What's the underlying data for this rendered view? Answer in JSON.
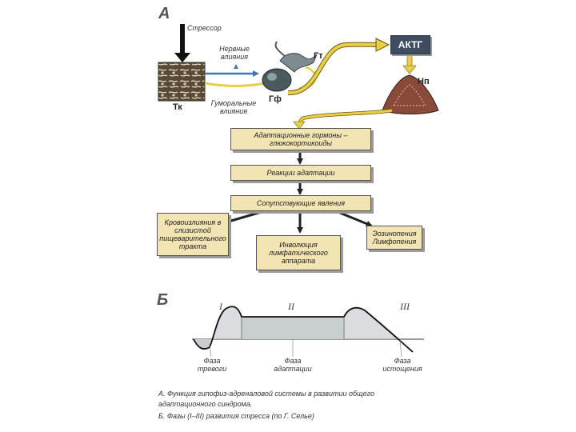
{
  "panel_a": {
    "letter": "А",
    "stressor": "Стрессор",
    "nerve_influences": "Нервные влияния",
    "humoral_influences": "Гуморальные влияния",
    "tk": "Тк",
    "gt": "Гт",
    "gf": "Гф",
    "aktg": "АКТГ",
    "np": "Нп"
  },
  "boxes": {
    "hormones": "Адаптационные гормоны – глюкокортикоиды",
    "reactions": "Реакции адаптации",
    "concomitant": "Сопутствующие явления",
    "hemorrhages": "Кровоизлияния в слизистой пищеварительного тракта",
    "involution": "Инволюция лимфатического аппарата",
    "eosinopenia": "Эозинопения Лимфопения"
  },
  "panel_b": {
    "letter": "Б",
    "phase_numbers": [
      "I",
      "II",
      "III"
    ],
    "phase_labels": [
      "Фаза тревоги",
      "Фаза адаптации",
      "Фаза истощения"
    ]
  },
  "captions": [
    "А. Функция гипофиз-адреналовой системы в развитии общего адаптационного синдрома.",
    "Б. Фазы (I–III) развития стресса (по Г. Селье)"
  ],
  "colors": {
    "box_fill": "#f3e4b4",
    "yellow_arrow": "#e9cf45",
    "blue_arrow": "#3d78b4",
    "aktg_fill": "#3e4e60",
    "adrenal": "#8a4a3a"
  }
}
